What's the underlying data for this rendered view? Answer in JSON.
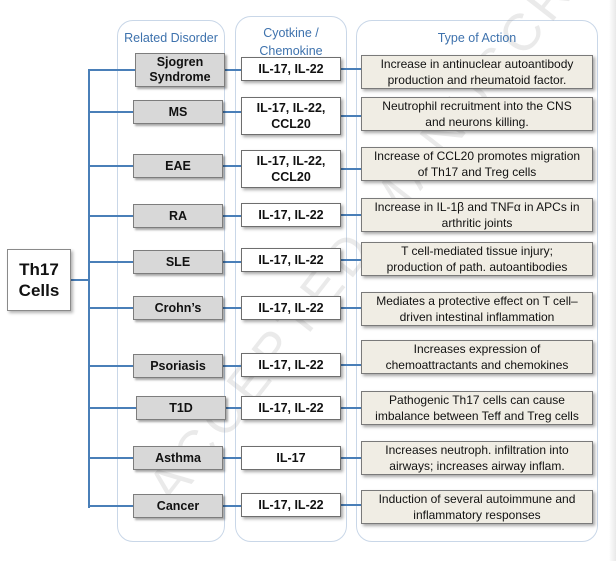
{
  "headers": {
    "disorder": "Related Disorder",
    "cytokine_line1": "Cyotkine /",
    "cytokine_line2": "Chemokine",
    "action": "Type of Action"
  },
  "root": {
    "line1": "Th17",
    "line2": "Cells"
  },
  "watermark": "ACCEPTED MANUSCRIPT",
  "rows": [
    {
      "disorder": [
        "Sjogren",
        "Syndrome"
      ],
      "cytokine": [
        "IL-17, IL-22"
      ],
      "action": [
        "Increase in antinuclear autoantibody",
        "production and rheumatoid factor."
      ]
    },
    {
      "disorder": [
        "MS"
      ],
      "cytokine": [
        "IL-17,  IL-22,",
        "CCL20"
      ],
      "action": [
        "Neutrophil recruitment into the CNS",
        "and neurons killing."
      ]
    },
    {
      "disorder": [
        "EAE"
      ],
      "cytokine": [
        "IL-17, IL-22,",
        "CCL20"
      ],
      "action": [
        "Increase of CCL20 promotes migration",
        "of Th17 and Treg cells"
      ]
    },
    {
      "disorder": [
        "RA"
      ],
      "cytokine": [
        "IL-17, IL-22"
      ],
      "action": [
        "Increase in IL-1β and TNFα in APCs in",
        "arthritic joints"
      ]
    },
    {
      "disorder": [
        "SLE"
      ],
      "cytokine": [
        "IL-17, IL-22"
      ],
      "action": [
        "T cell-mediated tissue injury;",
        "production of path. autoantibodies"
      ]
    },
    {
      "disorder": [
        "Crohn’s"
      ],
      "cytokine": [
        "IL-17, IL-22"
      ],
      "action": [
        "Mediates a protective effect on T cell–",
        "driven intestinal inflammation"
      ]
    },
    {
      "disorder": [
        "Psoriasis"
      ],
      "cytokine": [
        "IL-17, IL-22"
      ],
      "action": [
        "Increases  expression of",
        "chemoattractants and chemokines"
      ]
    },
    {
      "disorder": [
        "T1D"
      ],
      "cytokine": [
        "IL-17, IL-22"
      ],
      "action": [
        "Pathogenic Th17 cells can cause",
        "imbalance between Teff and Treg cells"
      ]
    },
    {
      "disorder": [
        "Asthma"
      ],
      "cytokine": [
        "IL-17"
      ],
      "action": [
        "Increases neutroph. infiltration into",
        "airways; increases airway inflam."
      ]
    },
    {
      "disorder": [
        "Cancer"
      ],
      "cytokine": [
        "IL-17, IL-22"
      ],
      "action": [
        "Induction of several autoimmune and",
        "inflammatory responses"
      ]
    }
  ]
}
